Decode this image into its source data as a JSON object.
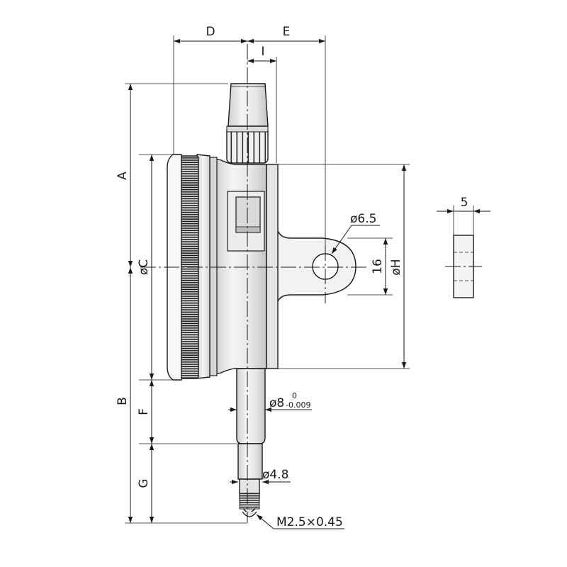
{
  "labels": {
    "A": "A",
    "B": "B",
    "C": "øC",
    "D": "D",
    "E": "E",
    "F": "F",
    "G": "G",
    "H": "øH",
    "I": "I",
    "hole_dia": "ø6.5",
    "lug_width": "16",
    "stem_dia": "ø8",
    "stem_tol_upper": "0",
    "stem_tol_lower": "-0.009",
    "tip_dia": "ø4.8",
    "thread": "M2.5×0.45",
    "lug_thickness": "5"
  },
  "colors": {
    "line": "#1a1a1a",
    "body_light": "#f1f1f1",
    "body_mid": "#e2e2e2",
    "body_shade": "#c9c9c9",
    "knurl": "#141414"
  }
}
